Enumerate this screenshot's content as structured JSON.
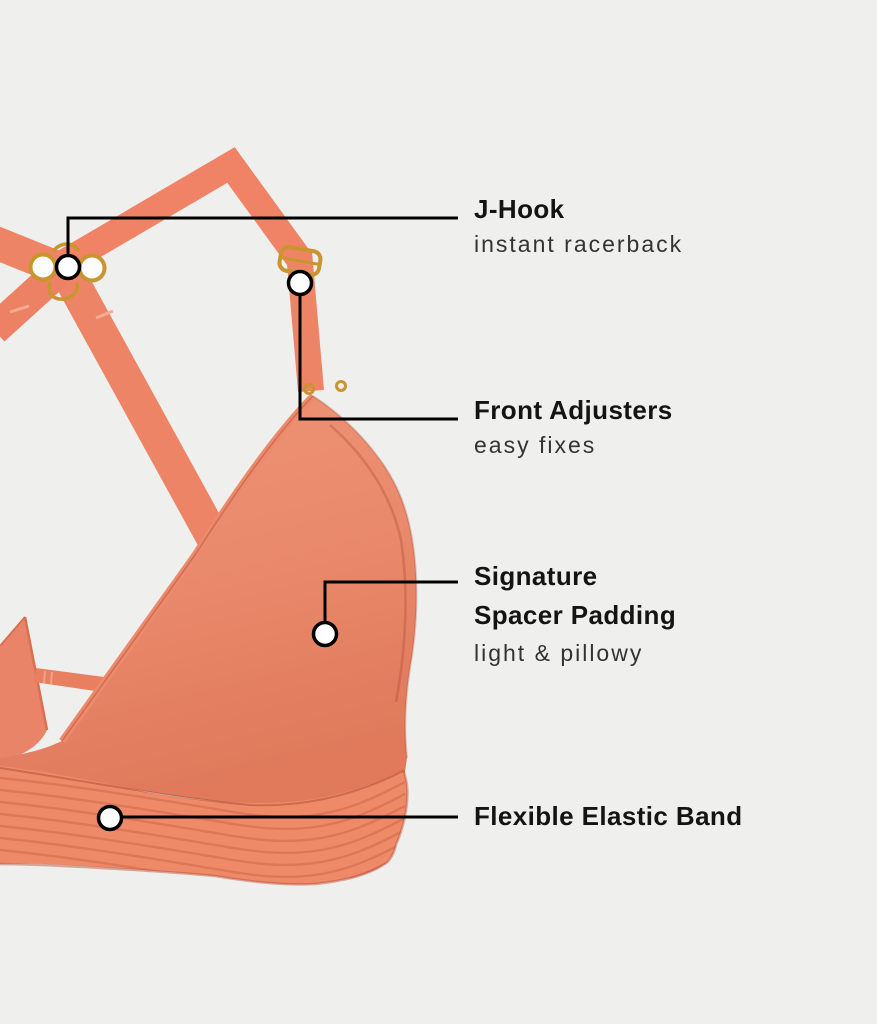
{
  "page": {
    "type": "product-feature-diagram",
    "background_color": "#efefee"
  },
  "colors": {
    "fabric_coral": "#ee8466",
    "fabric_coral_dark": "#e07a5c",
    "fabric_coral_light": "#f2997c",
    "hardware_gold": "#c9952f",
    "leader_line": "#000000",
    "marker_fill": "#ffffff",
    "title_text": "#141414",
    "subtitle_text": "#333333"
  },
  "callouts": [
    {
      "id": "j-hook",
      "title": "J-Hook",
      "subtitle": "instant racerback"
    },
    {
      "id": "front-adjusters",
      "title": "Front Adjusters",
      "subtitle": "easy fixes"
    },
    {
      "id": "spacer-padding",
      "title_line1": "Signature",
      "title_line2": "Spacer Padding",
      "subtitle": "light & pillowy"
    },
    {
      "id": "elastic-band",
      "title": "Flexible Elastic Band"
    }
  ]
}
